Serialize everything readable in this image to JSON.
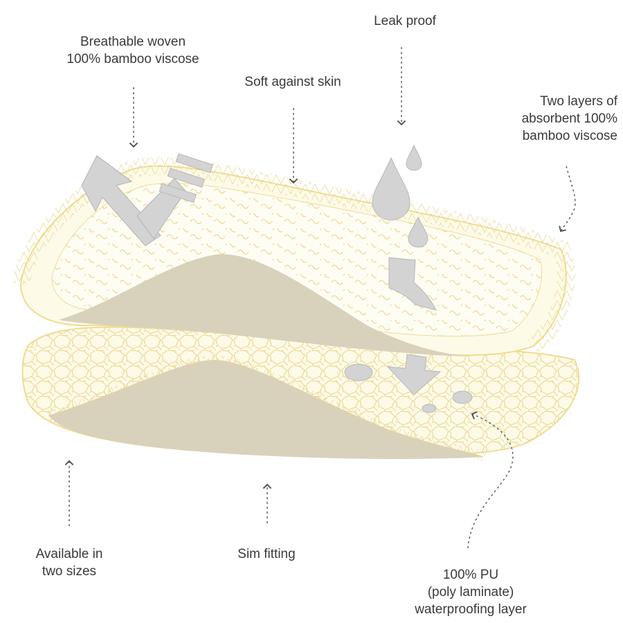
{
  "labels": {
    "breathable": [
      "Breathable woven",
      "100% bamboo viscose"
    ],
    "leak_proof": [
      "Leak proof"
    ],
    "soft": [
      "Soft against skin"
    ],
    "two_layers": [
      "Two layers of",
      "absorbent 100%",
      "bamboo viscose"
    ],
    "available": [
      "Available in",
      "two sizes"
    ],
    "sim_fitting": [
      "Sim fitting"
    ],
    "pu_layer": [
      "100% PU",
      "(poly laminate)",
      "waterproofing layer"
    ]
  },
  "colors": {
    "pad_fill": "#fdfae8",
    "pad_edge": "#f0dc90",
    "pad_inner": "#fefdf4",
    "shadow": "#d8d1bc",
    "icon_gray": "#d3d3d3",
    "icon_stroke": "#b8b8b8",
    "arrow": "#555555"
  }
}
